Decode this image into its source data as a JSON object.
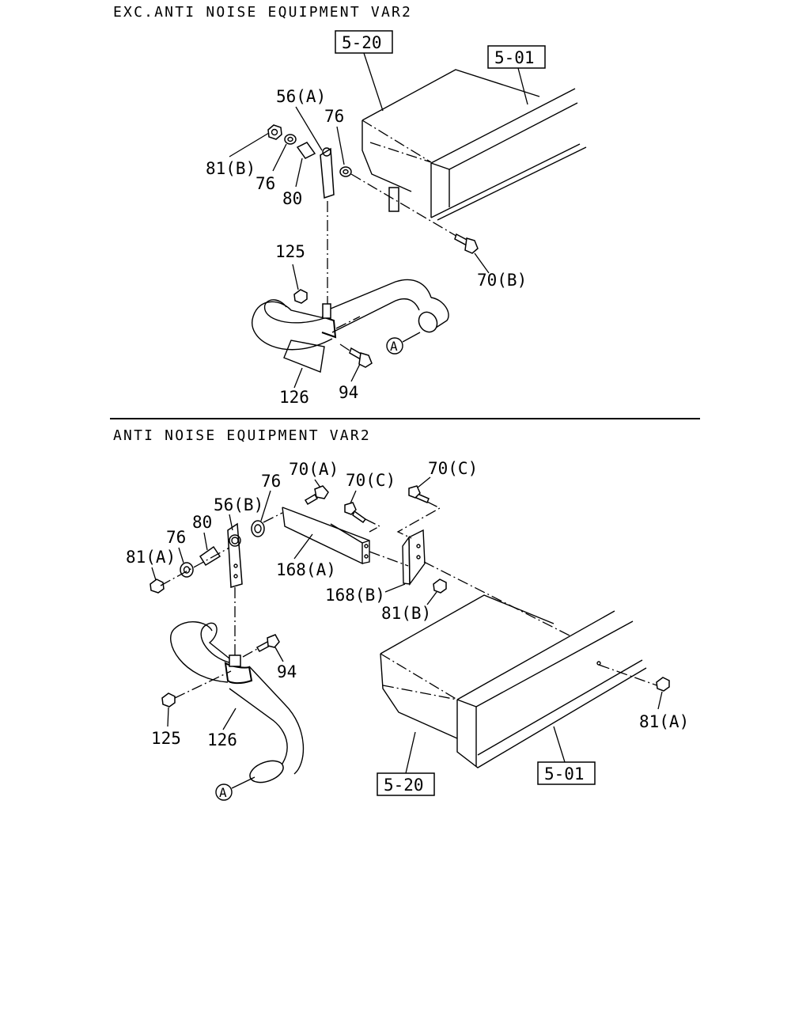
{
  "sections": {
    "top": {
      "title": "EXC.ANTI NOISE EQUIPMENT VAR2"
    },
    "bottom": {
      "title": "ANTI NOISE EQUIPMENT VAR2"
    }
  },
  "top_labels": {
    "ref_520": "5-20",
    "ref_501": "5-01",
    "p56a": "56(A)",
    "p76_right": "76",
    "p81b": "81(B)",
    "p76_left": "76",
    "p80": "80",
    "p125": "125",
    "p70b": "70(B)",
    "callout_a": "A",
    "p126": "126",
    "p94": "94"
  },
  "bottom_labels": {
    "p70a": "70(A)",
    "p70c_mid": "70(C)",
    "p70c_right": "70(C)",
    "p76_top": "76",
    "p56b": "56(B)",
    "p80": "80",
    "p76_left": "76",
    "p81a_left": "81(A)",
    "p168a": "168(A)",
    "p168b": "168(B)",
    "p81b": "81(B)",
    "p94": "94",
    "p125": "125",
    "p126": "126",
    "callout_a": "A",
    "ref_520": "5-20",
    "ref_501": "5-01",
    "p81a_right": "81(A)"
  }
}
